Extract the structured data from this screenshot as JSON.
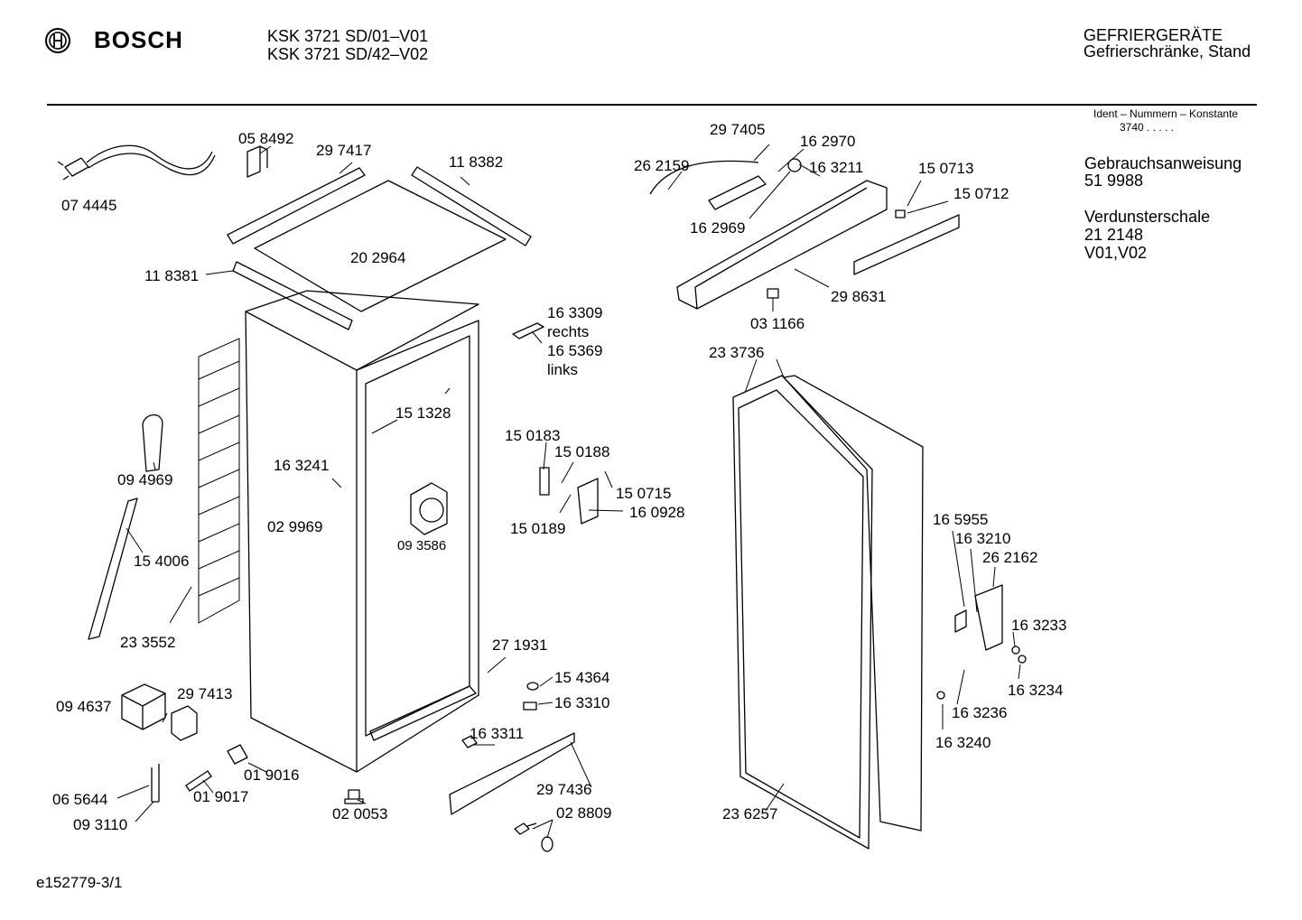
{
  "header": {
    "brand": "BOSCH",
    "models": [
      "KSK 3721 SD/01–V01",
      "KSK 3721 SD/42–V02"
    ],
    "category_line1": "GEFRIERGERÄTE",
    "category_line2": "Gefrierschränke, Stand"
  },
  "sidebar": {
    "ident_heading": "Ident – Nummern – Konstante",
    "ident_value": "3740  .  .  .  .  .",
    "manual_title": "Gebrauchsanweisung",
    "manual_number": "51 9988",
    "tray_title": "Verdunsterschale",
    "tray_number": "21 2148",
    "tray_variants": "V01,V02"
  },
  "footer": {
    "drawing_id": "e152779-3/1"
  },
  "parts": [
    "07 4445",
    "05 8492",
    "29 7417",
    "11 8382",
    "20 2964",
    "11 8381",
    "29 7405",
    "16 2970",
    "26 2159",
    "16 3211",
    "15 0713",
    "15 0712",
    "16 2969",
    "29 8631",
    "03 1166",
    "16 3309",
    "rechts",
    "16 5369",
    "links",
    "23 3736",
    "15 1328",
    "09 4969",
    "16 3241",
    "02 9969",
    "15 0183",
    "15 0188",
    "15 0715",
    "16 0928",
    "15 0189",
    "09 3586",
    "15 4006",
    "23 3552",
    "16 5955",
    "16 3210",
    "26 2162",
    "16 3233",
    "27 1931",
    "15 4364",
    "16 3310",
    "09 4637",
    "29 7413",
    "16 3234",
    "16 3236",
    "16 3311",
    "16 3240",
    "01 9016",
    "06 5644",
    "01 9017",
    "29 7436",
    "09 3110",
    "02 0053",
    "02 8809",
    "23 6257"
  ]
}
